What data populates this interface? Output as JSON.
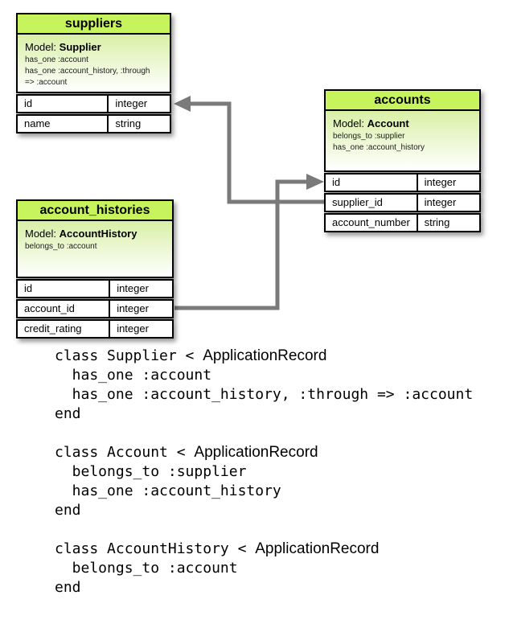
{
  "diagram": {
    "tables": [
      {
        "title": "suppliers",
        "model_label": "Model:",
        "model_name": "Supplier",
        "associations": [
          "has_one :account",
          "has_one :account_history, :through",
          "=> :account"
        ],
        "columns": [
          {
            "name": "id",
            "type": "integer"
          },
          {
            "name": "name",
            "type": "string"
          }
        ]
      },
      {
        "title": "accounts",
        "model_label": "Model:",
        "model_name": "Account",
        "associations": [
          "belongs_to :supplier",
          "has_one :account_history"
        ],
        "columns": [
          {
            "name": "id",
            "type": "integer"
          },
          {
            "name": "supplier_id",
            "type": "integer"
          },
          {
            "name": "account_number",
            "type": "string"
          }
        ]
      },
      {
        "title": "account_histories",
        "model_label": "Model:",
        "model_name": "AccountHistory",
        "associations": [
          "belongs_to :account"
        ],
        "columns": [
          {
            "name": "id",
            "type": "integer"
          },
          {
            "name": "account_id",
            "type": "integer"
          },
          {
            "name": "credit_rating",
            "type": "integer"
          }
        ]
      }
    ],
    "relationships": [
      {
        "from": "accounts.supplier_id",
        "to": "suppliers.id"
      },
      {
        "from": "account_histories.account_id",
        "to": "accounts.id"
      }
    ],
    "colors": {
      "header_green": "#c7f35c",
      "gradient_top": "#d9f0a6",
      "arrow_gray": "#7a7a7a"
    }
  },
  "code": {
    "blocks": [
      {
        "head_mono": "class Supplier < ",
        "head_sans": "ApplicationRecord",
        "body0": "  has_one :account",
        "body1": "  has_one :account_history, :through => :account",
        "end": "end"
      },
      {
        "head_mono": "class Account < ",
        "head_sans": "ApplicationRecord",
        "body0": "  belongs_to :supplier",
        "body1": "  has_one :account_history",
        "end": "end"
      },
      {
        "head_mono": "class AccountHistory < ",
        "head_sans": "ApplicationRecord",
        "body0": "  belongs_to :account",
        "end": "end"
      }
    ]
  }
}
